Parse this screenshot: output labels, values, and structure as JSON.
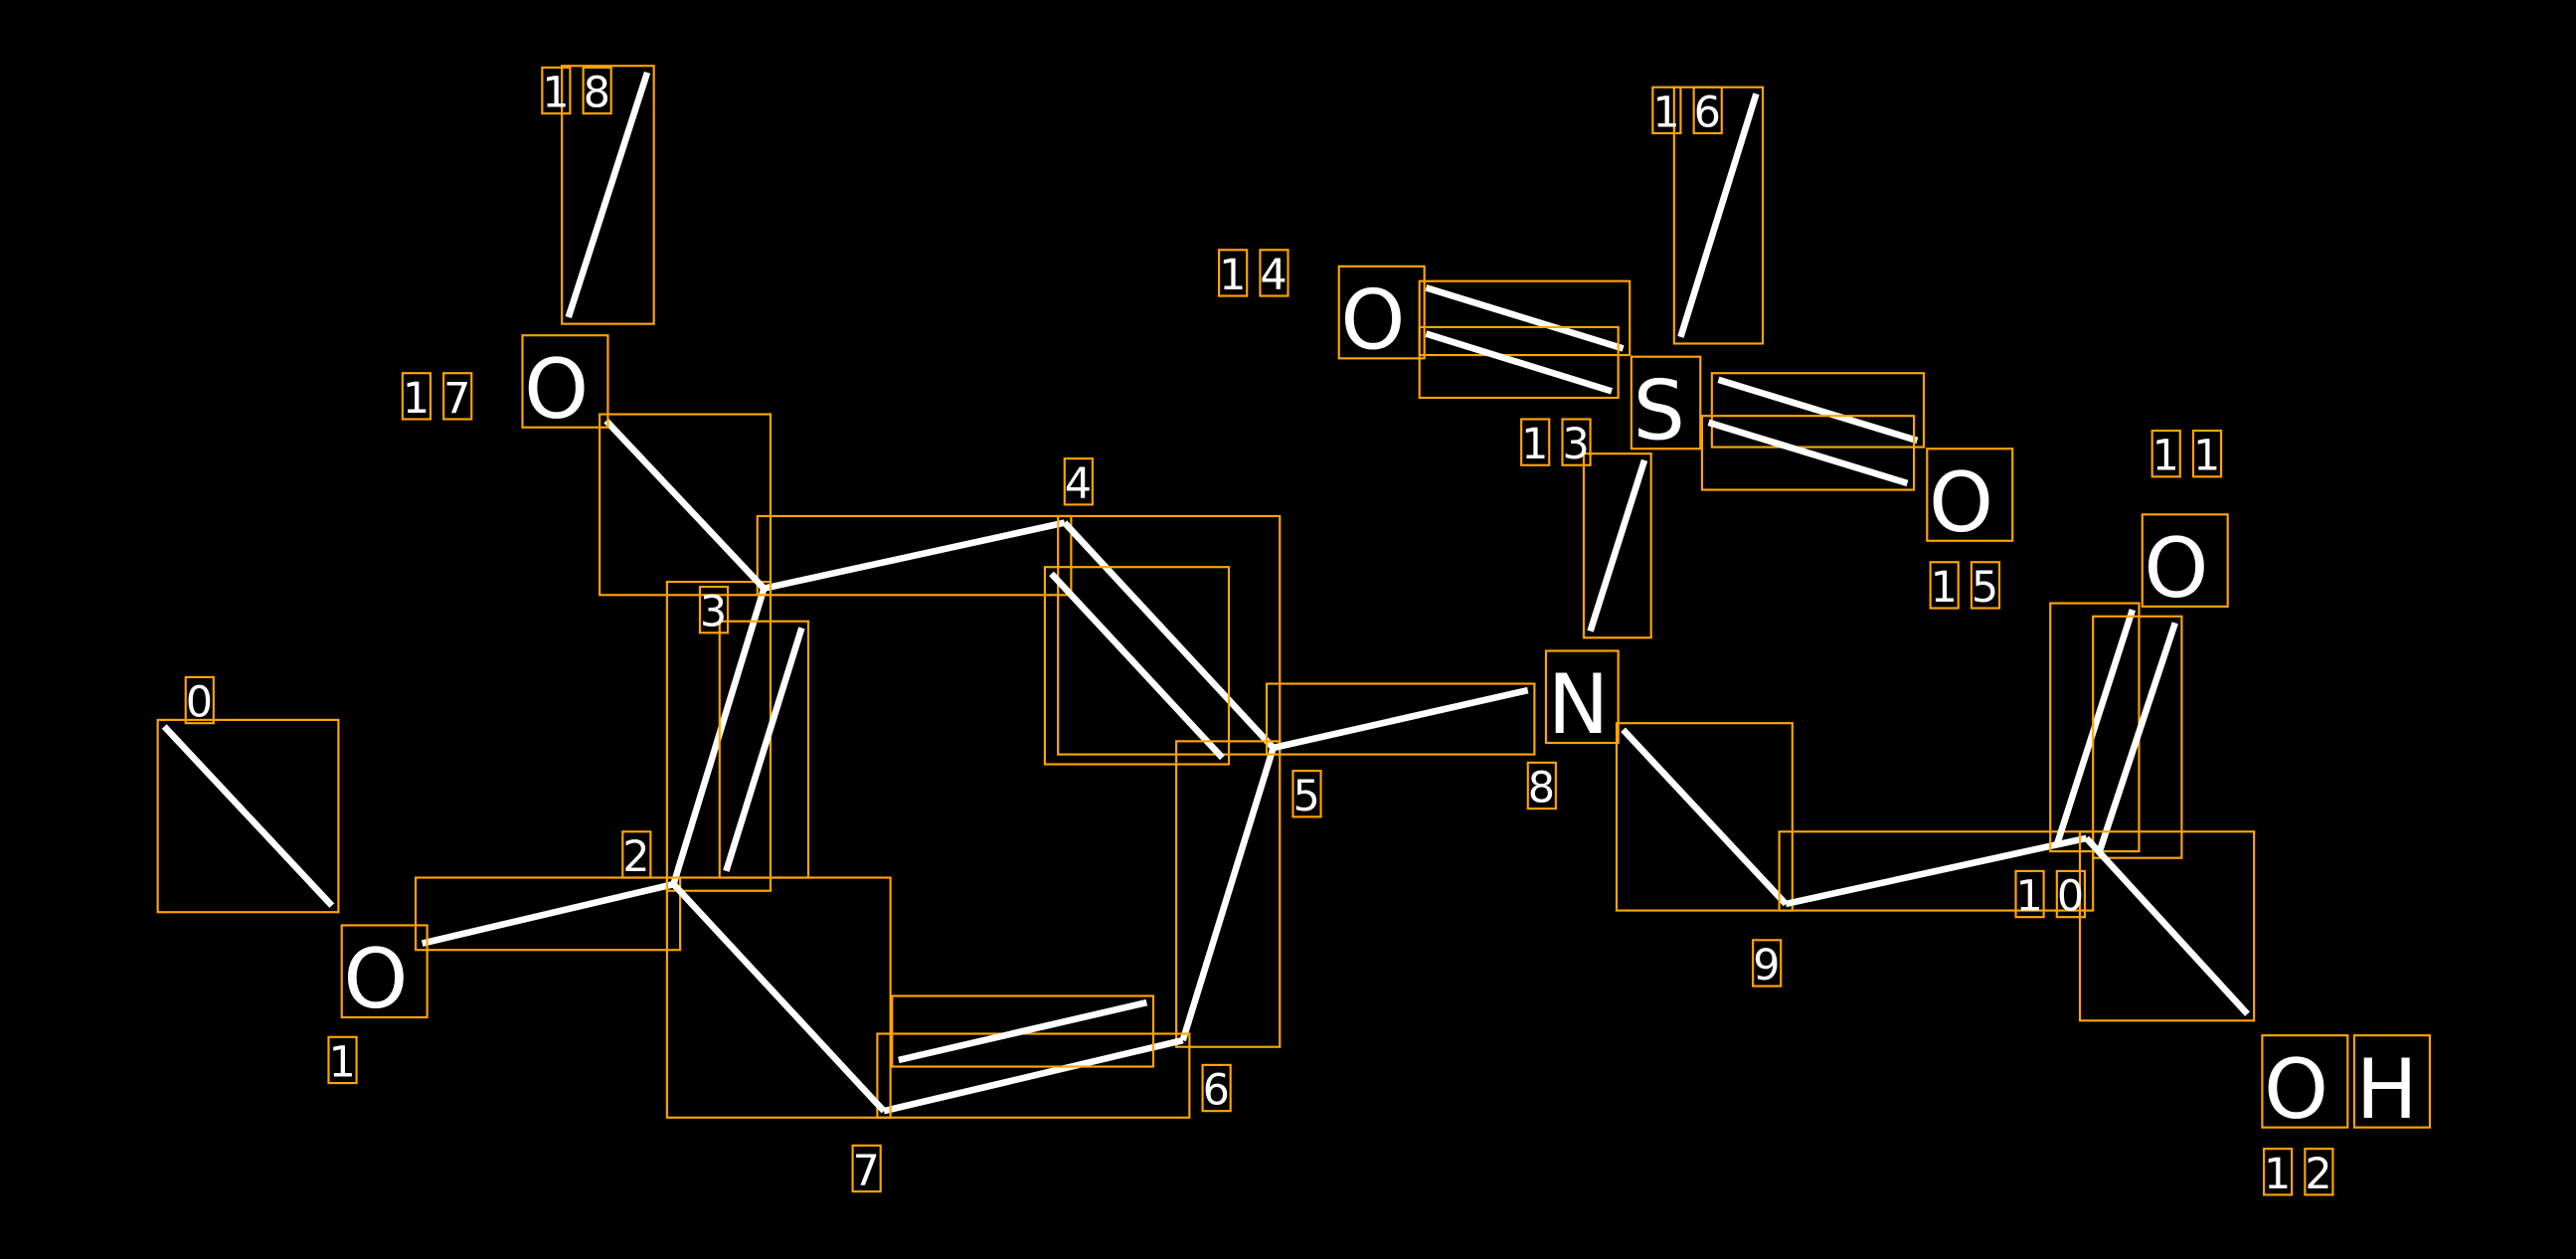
{
  "title": "Molecule structure diagram with atom indices",
  "colors": {
    "background": "#000000",
    "bond": "#ffffff",
    "box": "#FFA500"
  },
  "atoms": [
    {
      "index": "0",
      "symbol": ""
    },
    {
      "index": "1",
      "symbol": "O"
    },
    {
      "index": "2",
      "symbol": ""
    },
    {
      "index": "3",
      "symbol": ""
    },
    {
      "index": "4",
      "symbol": ""
    },
    {
      "index": "5",
      "symbol": ""
    },
    {
      "index": "6",
      "symbol": ""
    },
    {
      "index": "7",
      "symbol": ""
    },
    {
      "index": "8",
      "symbol": "N"
    },
    {
      "index": "9",
      "symbol": ""
    },
    {
      "index": "10",
      "symbol": ""
    },
    {
      "index": "11",
      "symbol": "O"
    },
    {
      "index": "12",
      "symbol": "OH"
    },
    {
      "index": "13",
      "symbol": "S"
    },
    {
      "index": "14",
      "symbol": "O"
    },
    {
      "index": "15",
      "symbol": "O"
    },
    {
      "index": "16",
      "symbol": ""
    },
    {
      "index": "17",
      "symbol": "O"
    },
    {
      "index": "18",
      "symbol": ""
    }
  ],
  "bonds": [
    {
      "from": 0,
      "to": 1,
      "order": 1
    },
    {
      "from": 1,
      "to": 2,
      "order": 1
    },
    {
      "from": 2,
      "to": 3,
      "order": 2
    },
    {
      "from": 3,
      "to": 4,
      "order": 1
    },
    {
      "from": 4,
      "to": 5,
      "order": 2
    },
    {
      "from": 5,
      "to": 6,
      "order": 1
    },
    {
      "from": 6,
      "to": 7,
      "order": 2
    },
    {
      "from": 7,
      "to": 2,
      "order": 1
    },
    {
      "from": 5,
      "to": 8,
      "order": 1
    },
    {
      "from": 8,
      "to": 9,
      "order": 1
    },
    {
      "from": 9,
      "to": 10,
      "order": 1
    },
    {
      "from": 10,
      "to": 11,
      "order": 2
    },
    {
      "from": 10,
      "to": 12,
      "order": 1
    },
    {
      "from": 8,
      "to": 13,
      "order": 1
    },
    {
      "from": 13,
      "to": 14,
      "order": 2
    },
    {
      "from": 13,
      "to": 15,
      "order": 2
    },
    {
      "from": 13,
      "to": 16,
      "order": 1
    },
    {
      "from": 3,
      "to": 17,
      "order": 1
    },
    {
      "from": 17,
      "to": 18,
      "order": 1
    }
  ]
}
